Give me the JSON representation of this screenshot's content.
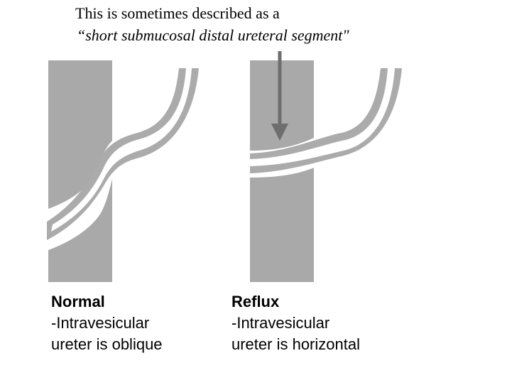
{
  "annotation": {
    "line1": "This is sometimes described as a",
    "line2": "“short submucosal distal ureteral segment\""
  },
  "colors": {
    "bladder_wall": "#a9a9a9",
    "ureter": "#ababab",
    "arrow": "#6e6e6e",
    "background": "#ffffff"
  },
  "panels": {
    "normal": {
      "title": "Normal",
      "line1": "-Intravesicular",
      "line2": "ureter is oblique"
    },
    "reflux": {
      "title": "Reflux",
      "line1": "-Intravesicular",
      "line2": "ureter is horizontal"
    }
  }
}
